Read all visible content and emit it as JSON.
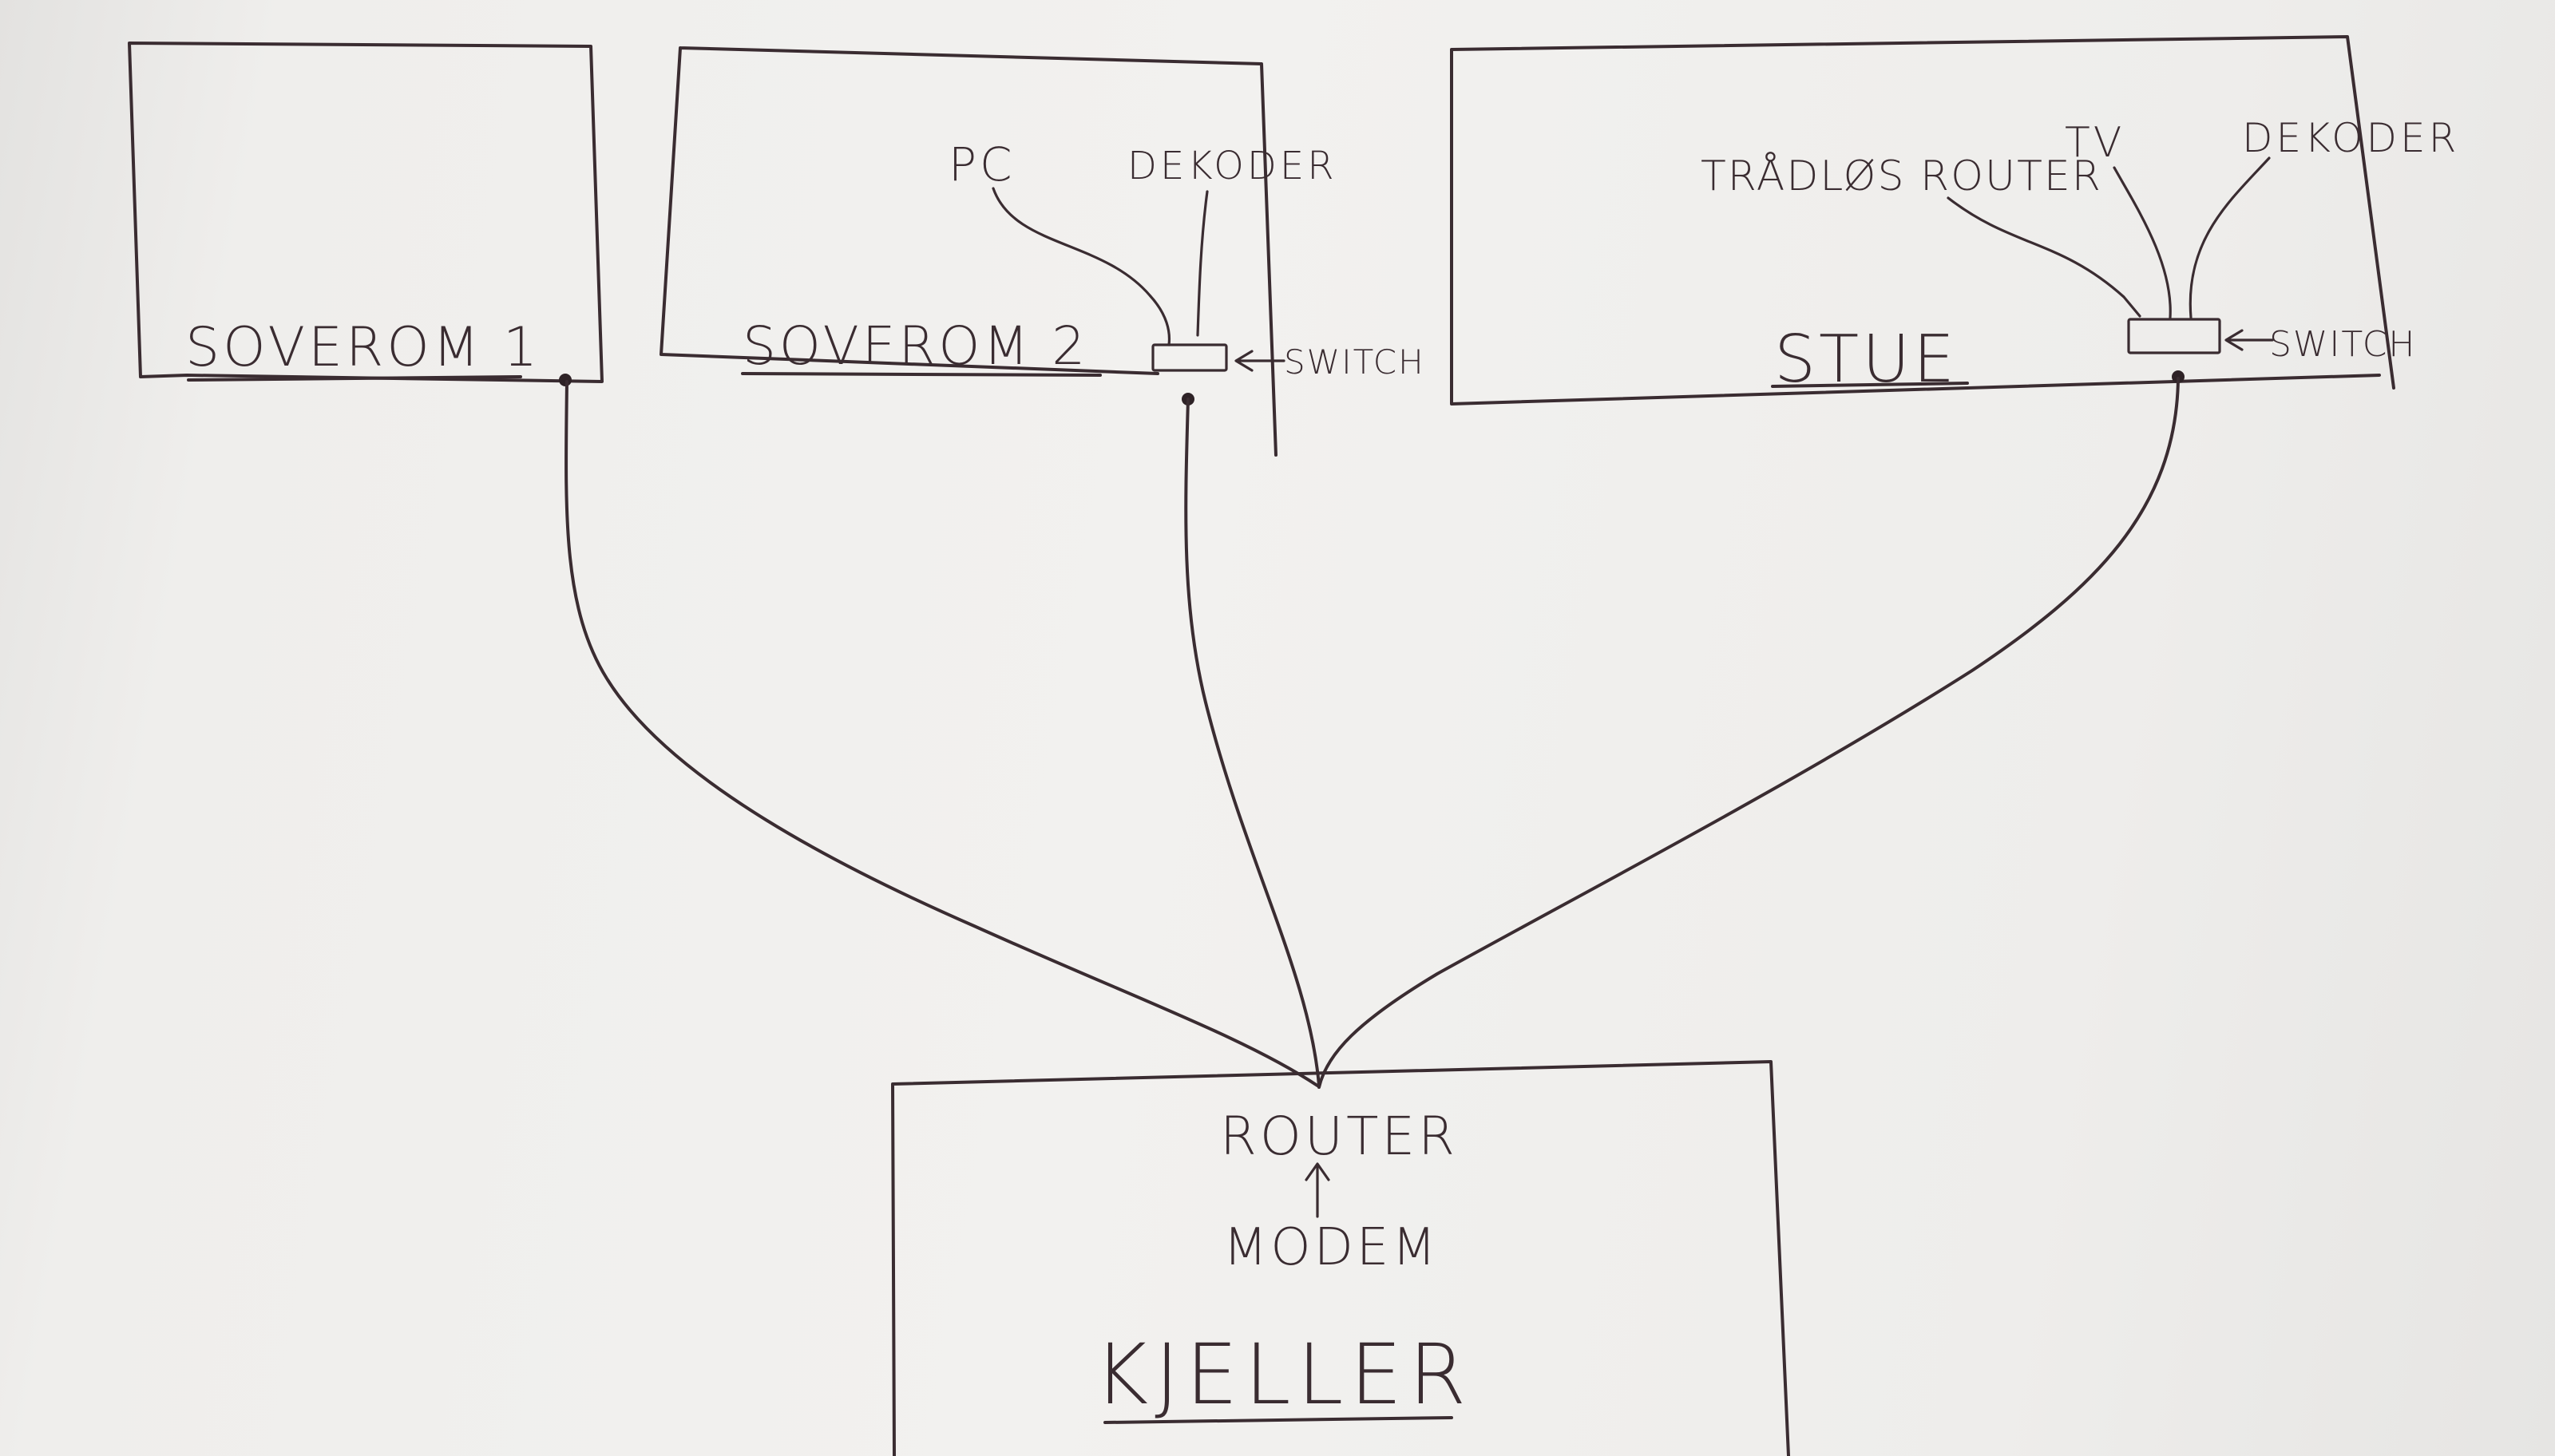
{
  "colors": {
    "paper": "#f0efed",
    "ink": "#3a2c31"
  },
  "rooms": {
    "soverom1": {
      "label": "SOVEROM 1"
    },
    "soverom2": {
      "label": "SOVEROM 2",
      "devices": {
        "pc": "PC",
        "dekoder": "DEKODER"
      },
      "switch_label": "SWITCH"
    },
    "stue": {
      "label": "STUE",
      "devices": {
        "tradlos_router": "TRÅDLØS ROUTER",
        "tv": "TV",
        "dekoder": "DEKODER"
      },
      "switch_label": "SWITCH"
    },
    "kjeller": {
      "label": "KJELLER",
      "router": "ROUTER",
      "modem": "MODEM"
    }
  }
}
